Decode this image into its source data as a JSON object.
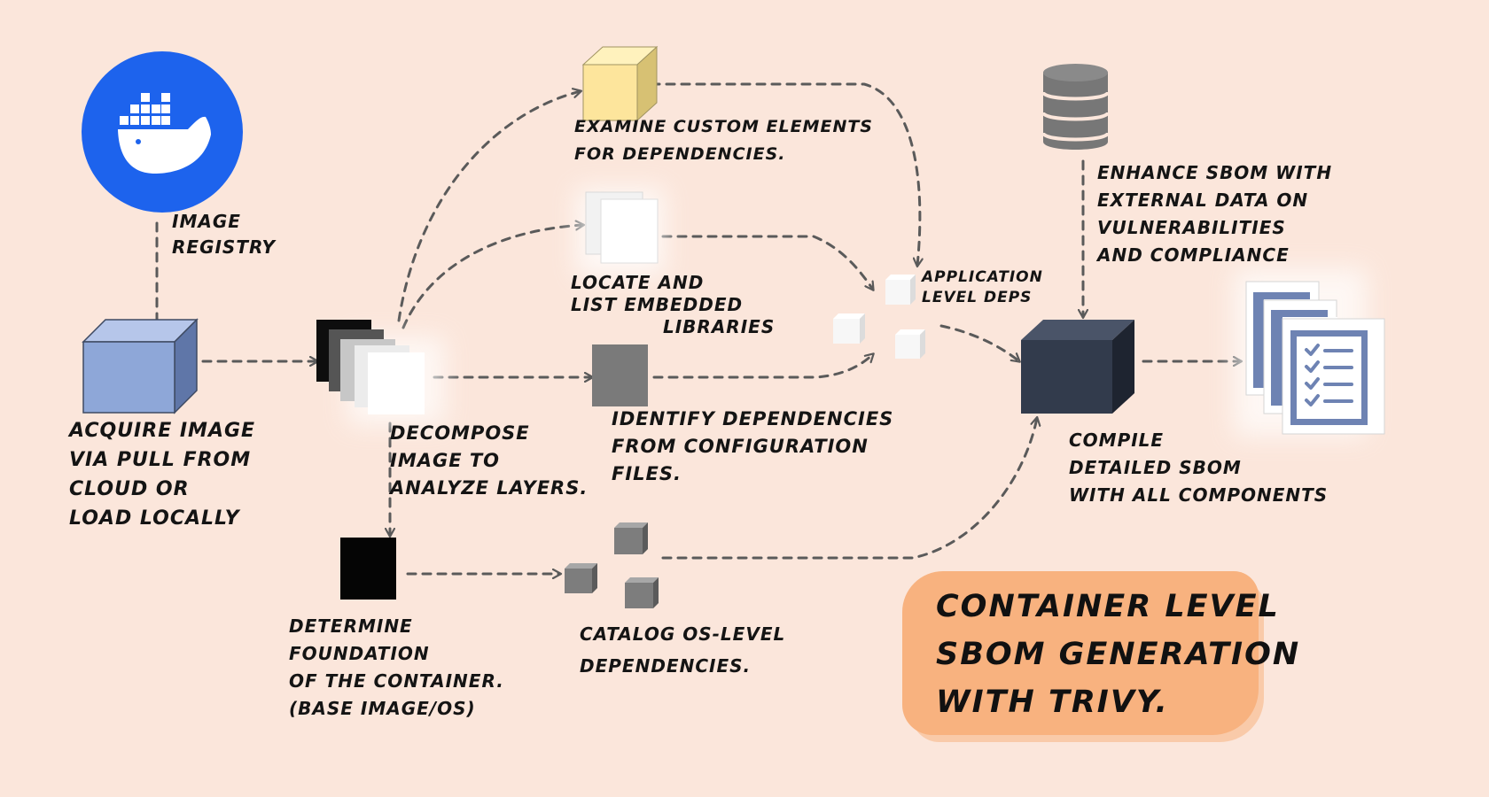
{
  "diagram": {
    "title": [
      "CONTAINER LEVEL",
      "SBOM GENERATION",
      "WITH TRIVY."
    ],
    "colors": {
      "background": "#fbe6db",
      "callout": "#f8b27f",
      "docker_blue": "#1d63ed",
      "image_cube": "#8ea7d8",
      "yellow_cube": "#fde59c",
      "gray_box": "#7a7a7a",
      "sbom_cube": "#323b4c",
      "arrow": "#5a5a5a"
    },
    "labels": {
      "image_registry": [
        "IMAGE",
        "REGISTRY"
      ],
      "acquire": [
        "ACQUIRE IMAGE",
        "VIA PULL FROM",
        "CLOUD OR",
        "LOAD LOCALLY"
      ],
      "decompose": [
        "DECOMPOSE",
        "IMAGE TO",
        "ANALYZE LAYERS."
      ],
      "examine": [
        "EXAMINE CUSTOM ELEMENTS",
        "FOR DEPENDENCIES."
      ],
      "locate": [
        "LOCATE AND",
        "LIST EMBEDDED",
        "LIBRARIES"
      ],
      "identify": [
        "IDENTIFY DEPENDENCIES",
        "FROM CONFIGURATION",
        "FILES."
      ],
      "app_deps": [
        "APPLICATION",
        "LEVEL DEPS"
      ],
      "enhance": [
        "ENHANCE SBOM WITH",
        "EXTERNAL DATA ON",
        "VULNERABILITIES",
        "AND COMPLIANCE"
      ],
      "compile": [
        "COMPILE",
        "DETAILED SBOM",
        "WITH ALL COMPONENTS"
      ],
      "determine": [
        "DETERMINE",
        "FOUNDATION",
        "OF THE CONTAINER.",
        "(BASE IMAGE/OS)"
      ],
      "catalog": [
        "CATALOG OS-LEVEL",
        "DEPENDENCIES."
      ]
    },
    "icons": {
      "registry": "docker-whale-icon",
      "database": "database-icon",
      "report": "checklist-document-icon"
    }
  }
}
